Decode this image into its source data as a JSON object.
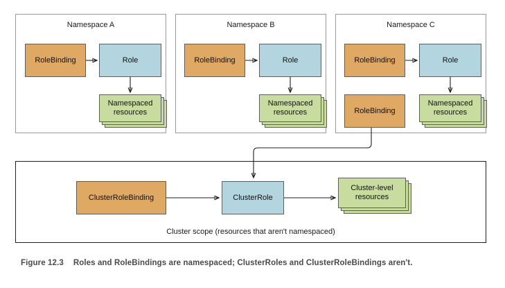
{
  "figure": {
    "number_label": "Figure 12.3",
    "caption": "Roles and RoleBindings are namespaced; ClusterRoles and ClusterRoleBindings aren't."
  },
  "namespaces": [
    {
      "id": "namespace-a",
      "title": "Namespace A",
      "rolebindings": [
        "RoleBinding"
      ],
      "role": "Role",
      "resources": "Namespaced resources"
    },
    {
      "id": "namespace-b",
      "title": "Namespace B",
      "rolebindings": [
        "RoleBinding"
      ],
      "role": "Role",
      "resources": "Namespaced resources"
    },
    {
      "id": "namespace-c",
      "title": "Namespace C",
      "rolebindings": [
        "RoleBinding",
        "RoleBinding"
      ],
      "role": "Role",
      "resources": "Namespaced resources"
    }
  ],
  "cluster_scope": {
    "caption": "Cluster scope (resources that aren't namespaced)",
    "clusterrolebinding": "ClusterRoleBinding",
    "clusterrole": "ClusterRole",
    "resources": "Cluster-level resources"
  },
  "colors": {
    "binding_fill": "#e0a963",
    "role_fill": "#b3d5e0",
    "resource_fill": "#c9dca0",
    "namespace_border": "#9a9a9a",
    "cluster_border": "#1d1d1d",
    "node_border": "#5d5d5d",
    "wire": "#1d1d1d",
    "caption_text": "#4a4a4a"
  }
}
